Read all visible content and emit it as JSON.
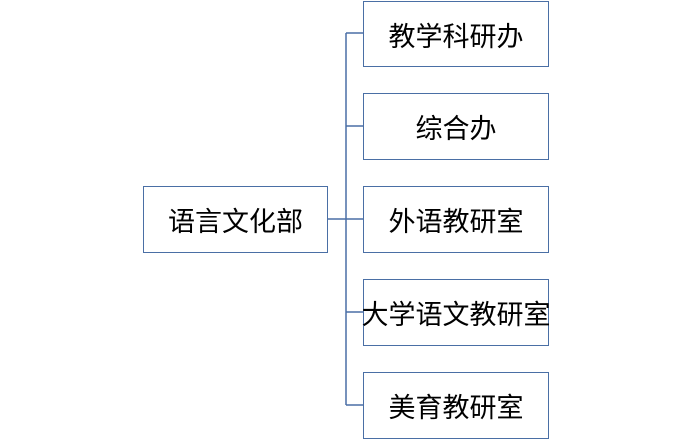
{
  "diagram": {
    "root": {
      "label": "语言文化部"
    },
    "children": [
      {
        "label": "教学科研办"
      },
      {
        "label": "综合办"
      },
      {
        "label": "外语教研室"
      },
      {
        "label": "大学语文教研室"
      },
      {
        "label": "美育教研室"
      }
    ]
  },
  "colors": {
    "border": "#4a6fa5",
    "connector": "#4a6fa5",
    "text": "#000000",
    "background": "#ffffff"
  }
}
